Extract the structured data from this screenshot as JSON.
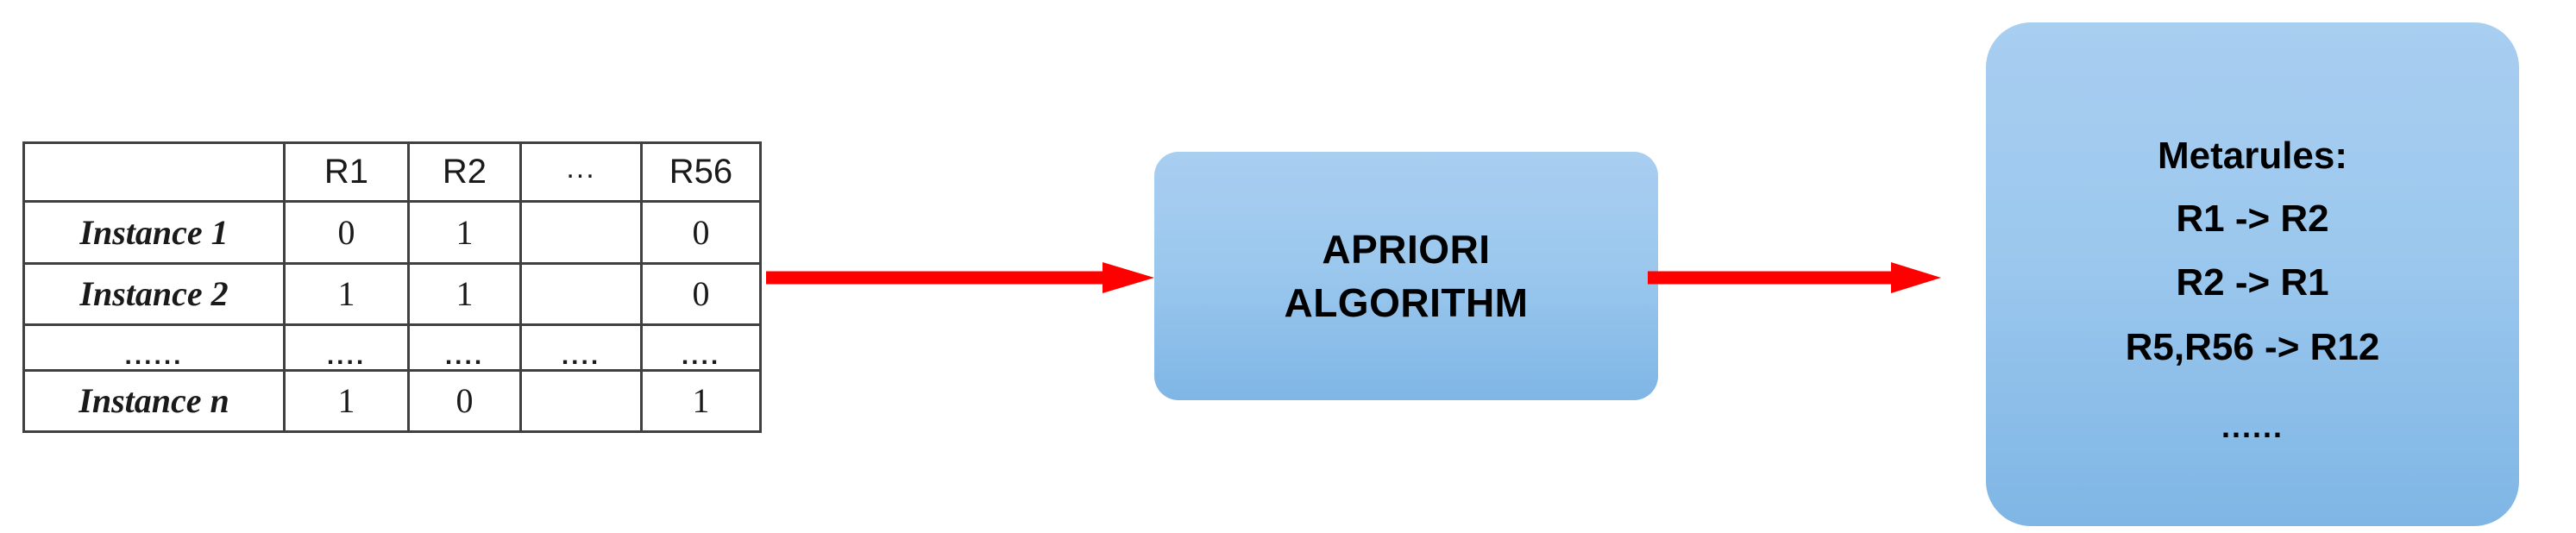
{
  "diagram": {
    "title": "Apriori algorithm metarule extraction pipeline",
    "colors": {
      "arrow": "#FF0000",
      "box_fill_top": "#A8CEF0",
      "box_fill_bottom": "#7FB6E5",
      "table_border": "#404040",
      "text": "#1A1A1A",
      "background": "#FFFFFF"
    }
  },
  "matrix": {
    "headers": [
      "",
      "R1",
      "R2",
      "...",
      "R56"
    ],
    "rows": [
      {
        "label": "Instance 1",
        "values": [
          "0",
          "1",
          "",
          "0"
        ]
      },
      {
        "label": "Instance 2",
        "values": [
          "1",
          "1",
          "",
          "0"
        ]
      },
      {
        "label": "......",
        "values": [
          "....",
          "....",
          "....",
          "...."
        ]
      },
      {
        "label": "Instance n",
        "values": [
          "1",
          "0",
          "",
          "1"
        ]
      }
    ]
  },
  "process": {
    "lines": [
      "APRIORI",
      "ALGORITHM"
    ]
  },
  "output": {
    "title": "Metarules:",
    "rules": [
      "R1 -> R2",
      "R2 -> R1",
      "R5,R56 -> R12"
    ],
    "more": "......"
  },
  "arrows": [
    {
      "name": "table-to-apriori",
      "direction": "right"
    },
    {
      "name": "apriori-to-metarules",
      "direction": "right"
    }
  ]
}
